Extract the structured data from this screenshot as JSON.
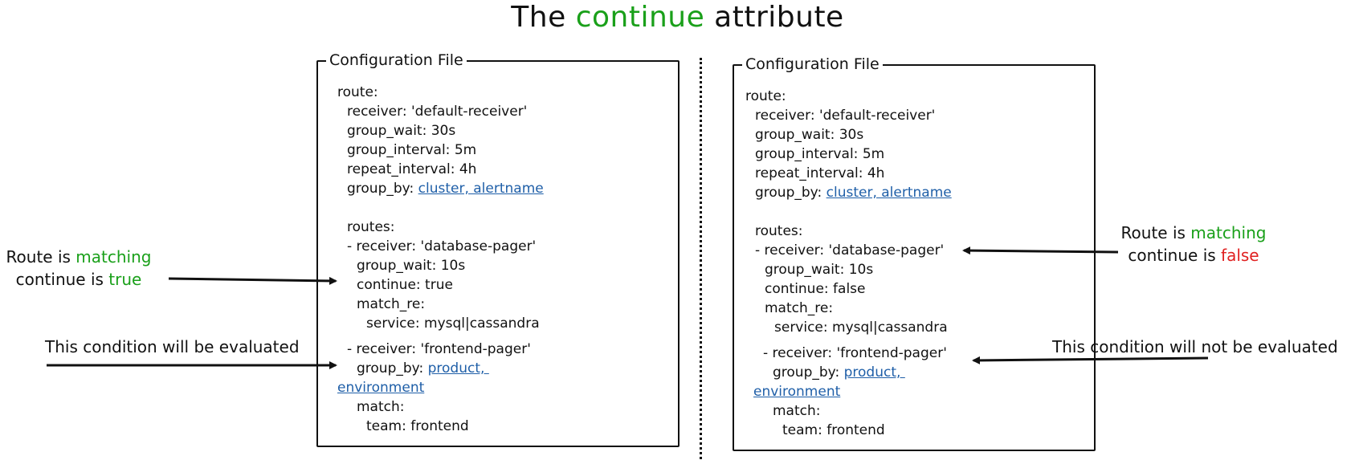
{
  "title": {
    "prefix": "The ",
    "highlight": "continue",
    "suffix": " attribute"
  },
  "colors": {
    "green": "#1aa01a",
    "red": "#e02020",
    "link": "#1f5fa8"
  },
  "left_panel": {
    "heading": "Configuration File",
    "lines": {
      "l1": "route:",
      "l2": "receiver: 'default-receiver'",
      "l3": "group_wait: 30s",
      "l4": "group_interval: 5m",
      "l5": "repeat_interval: 4h",
      "l6_key": "group_by: ",
      "l6_val": "cluster, alertname",
      "l7": "routes:",
      "l8": "- receiver: 'database-pager'",
      "l9": "group_wait: 10s",
      "l10": "continue: true",
      "l11": "match_re:",
      "l12": "service: mysql|cassandra",
      "l13": "- receiver: 'frontend-pager'",
      "l14_key": "group_by: ",
      "l14_val": "product, ",
      "l15": "environment",
      "l16": "match:",
      "l17": "team: frontend"
    }
  },
  "right_panel": {
    "heading": "Configuration File",
    "lines": {
      "l1": "route:",
      "l2": "receiver: 'default-receiver'",
      "l3": "group_wait: 30s",
      "l4": "group_interval: 5m",
      "l5": "repeat_interval: 4h",
      "l6_key": "group_by: ",
      "l6_val": "cluster, alertname",
      "l7": "routes:",
      "l8": "- receiver: 'database-pager'",
      "l9": "group_wait: 10s",
      "l10": "continue: false",
      "l11": "match_re:",
      "l12": "service: mysql|cassandra",
      "l13": "- receiver: 'frontend-pager'",
      "l14_key": "group_by: ",
      "l14_val": "product, ",
      "l15": "environment",
      "l16": "match:",
      "l17": "team: frontend"
    }
  },
  "left_notes": {
    "match_prefix": "Route is ",
    "match_word": "matching",
    "continue_prefix": "continue is ",
    "continue_word": "true",
    "evaluated": "This condition will be evaluated"
  },
  "right_notes": {
    "match_prefix": "Route is ",
    "match_word": "matching",
    "continue_prefix": "continue is ",
    "continue_word": "false",
    "not_evaluated": "This condition will not be evaluated"
  }
}
